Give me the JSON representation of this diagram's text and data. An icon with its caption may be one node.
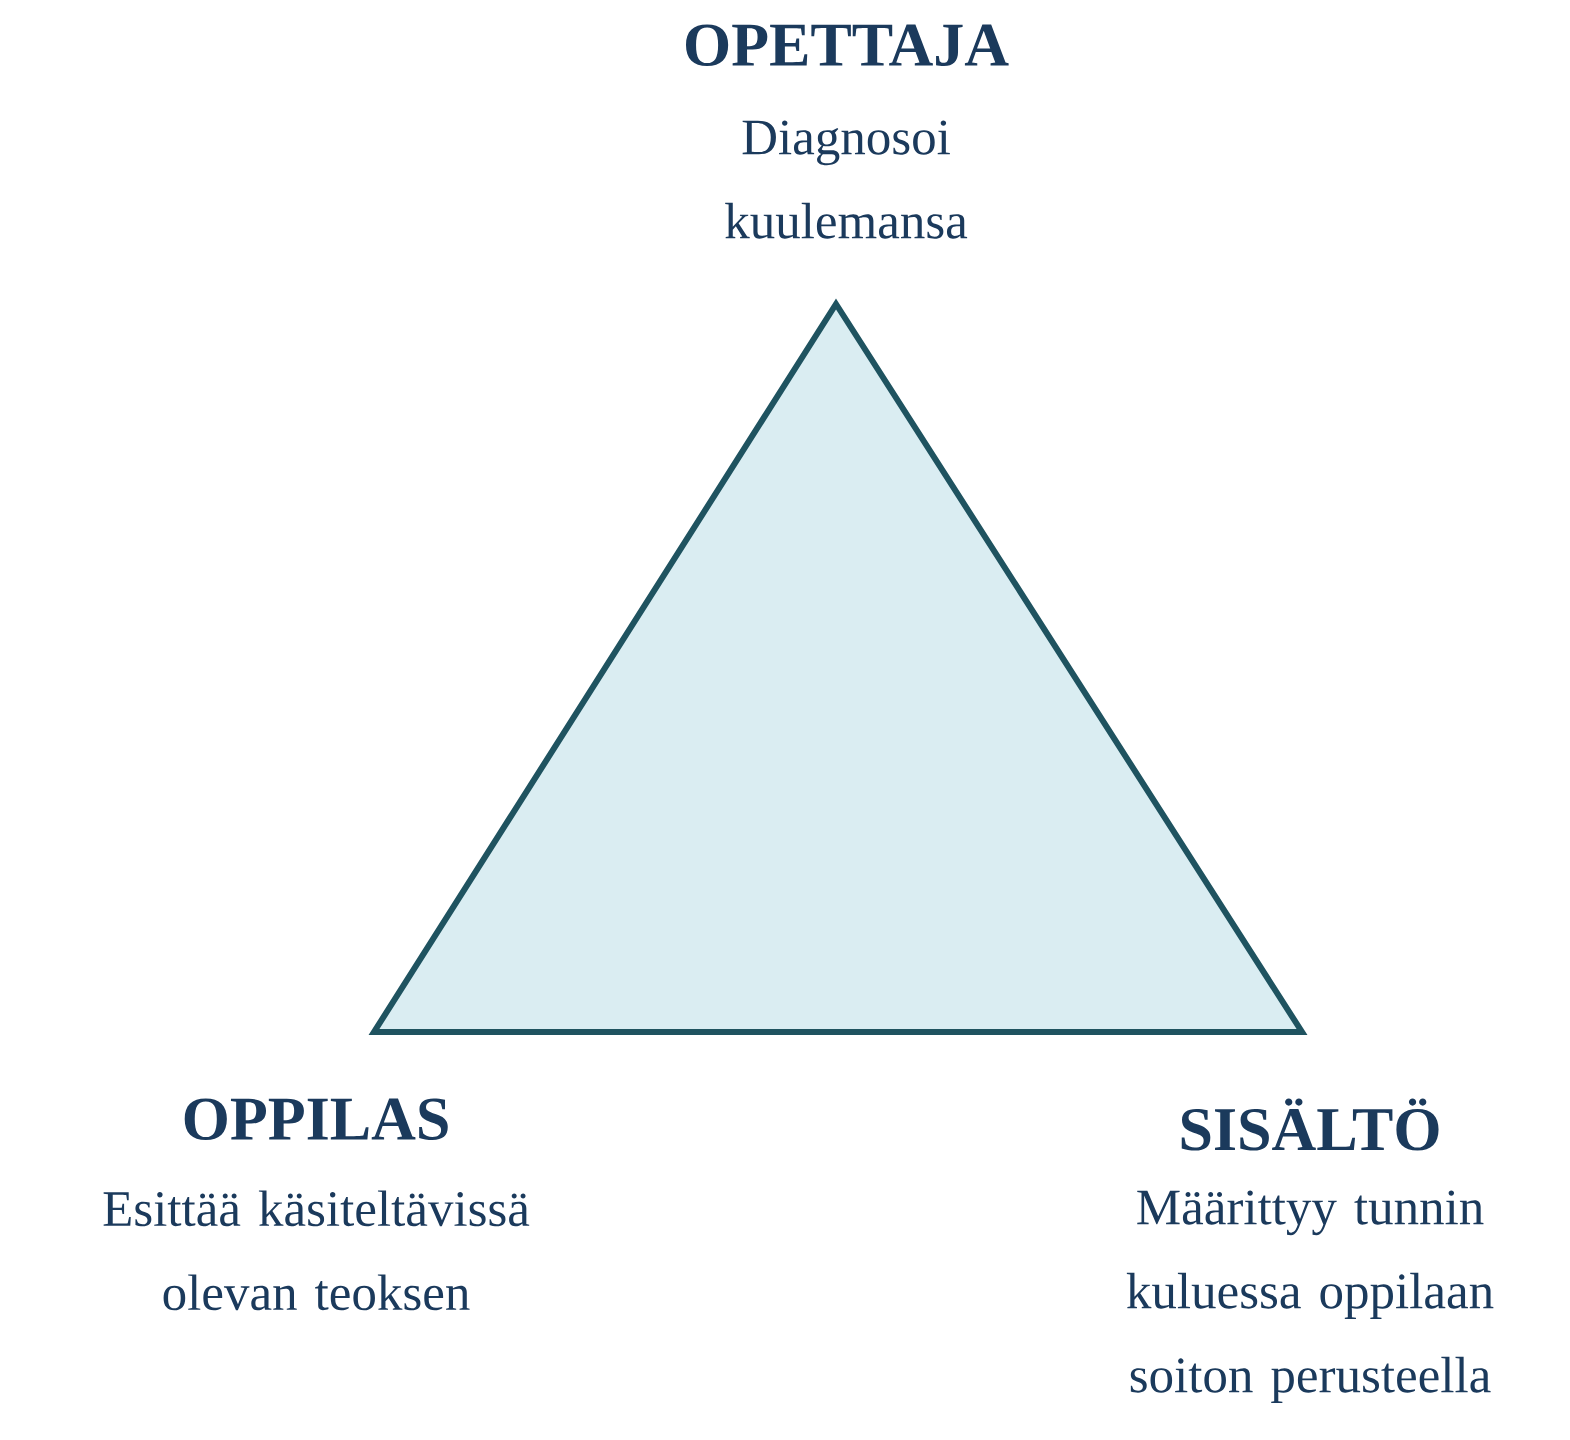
{
  "diagram": {
    "nodes": [
      {
        "text": [],
        "shape": "triangle"
      }
    ],
    "labels": [
      "OPETTAJA",
      "Diagnosoi kuulemansa",
      "OPPILAS",
      "Esittää käsiteltävissä olevan teoksen",
      "SISÄLTÖ",
      "Määrittyy tunnin kuluessa oppilaan soiton perusteella"
    ]
  }
}
